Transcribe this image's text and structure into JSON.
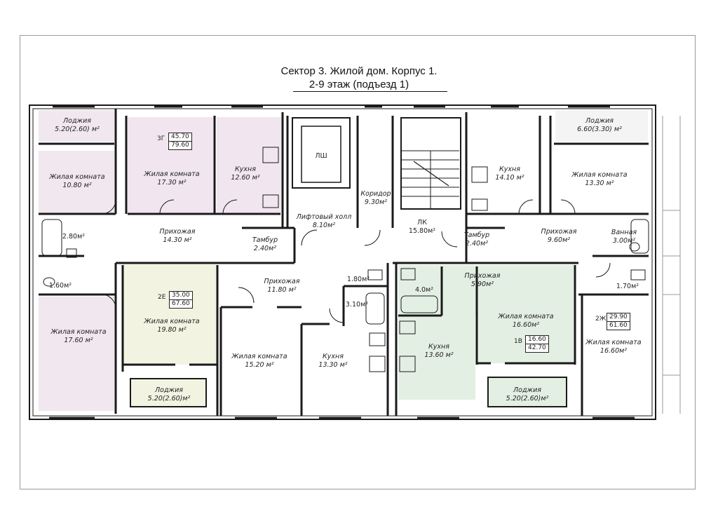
{
  "title": {
    "line1": "Сектор 3. Жилой дом. Корпус 1.",
    "line2": "2-9 этаж (подъезд 1)"
  },
  "rooms": {
    "loggia_tl": {
      "name": "Лоджия",
      "area": "5.20(2.60) м²"
    },
    "room_tl": {
      "name": "Жилая комната",
      "area": "10.80 м²"
    },
    "room_3g": {
      "name": "Жилая комната",
      "area": "17.30 м²"
    },
    "kitchen_3g": {
      "name": "Кухня",
      "area": "12.60 м²"
    },
    "lsh": {
      "name": "ЛШ"
    },
    "corridor": {
      "name": "Коридор",
      "area": "9.30м²"
    },
    "lk": {
      "name": "ЛК",
      "area": "15.80м²"
    },
    "lift_hall": {
      "name": "Лифтовый холл",
      "area": "8.10м²"
    },
    "kitchen_tr": {
      "name": "Кухня",
      "area": "14.10 м²"
    },
    "loggia_tr": {
      "name": "Лоджия",
      "area": "6.60(3.30) м²"
    },
    "room_tr": {
      "name": "Жилая комната",
      "area": "13.30 м²"
    },
    "bath_l": {
      "area": "2.80м²"
    },
    "hall_3g": {
      "name": "Прихожая",
      "area": "14.30 м²"
    },
    "tambur_l": {
      "name": "Тамбур",
      "area": "2.40м²"
    },
    "tambur_r": {
      "name": "Тамбур",
      "area": "2.40м²"
    },
    "hall_2zh": {
      "name": "Прихожая",
      "area": "9.60м²"
    },
    "bath_r": {
      "name": "Ванная",
      "area": "3.00м²"
    },
    "wc_l": {
      "area": "1.60м²"
    },
    "hall_2e": {
      "name": "Прихожая",
      "area": "11.80 м²"
    },
    "wc_2e": {
      "area": "1.80м²"
    },
    "bath_2e": {
      "area": "3.10м²"
    },
    "bath_1v": {
      "area": "4.0м²"
    },
    "hall_1v": {
      "name": "Прихожая",
      "area": "5.90м²"
    },
    "wc_r": {
      "area": "1.70м²"
    },
    "room_bl": {
      "name": "Жилая комната",
      "area": "17.60 м²"
    },
    "room_2e": {
      "name": "Жилая комната",
      "area": "19.80 м²"
    },
    "room_2e_b": {
      "name": "Жилая комната",
      "area": "15.20 м²"
    },
    "kitchen_2e": {
      "name": "Кухня",
      "area": "13.30 м²"
    },
    "kitchen_1v": {
      "name": "Кухня",
      "area": "13.60 м²"
    },
    "room_1v": {
      "name": "Жилая комната",
      "area": "16.60м²"
    },
    "room_2zh": {
      "name": "Жилая комната",
      "area": "16.60м²"
    },
    "loggia_bl": {
      "name": "Лоджия",
      "area": "5.20(2.60)м²"
    },
    "loggia_br": {
      "name": "Лоджия",
      "area": "5.20(2.60)м²"
    }
  },
  "apartments": {
    "a3g": {
      "code": "3Г",
      "living": "45.70",
      "total": "79.60"
    },
    "a2e": {
      "code": "2Е",
      "living": "35.00",
      "total": "67.60"
    },
    "a1v": {
      "code": "1В",
      "living": "16.60",
      "total": "42.70"
    },
    "a2zh": {
      "code": "2Ж",
      "living": "29.90",
      "total": "61.60"
    }
  },
  "colors": {
    "wall": "#1a1a1a",
    "apt_3g": "#f1e6ef",
    "apt_2e": "#f3f3e2",
    "apt_1v": "#e4efe4",
    "apt_2zh": "#f4f4f4",
    "apt_left": "#f0e8ee",
    "common": "#ffffff"
  }
}
